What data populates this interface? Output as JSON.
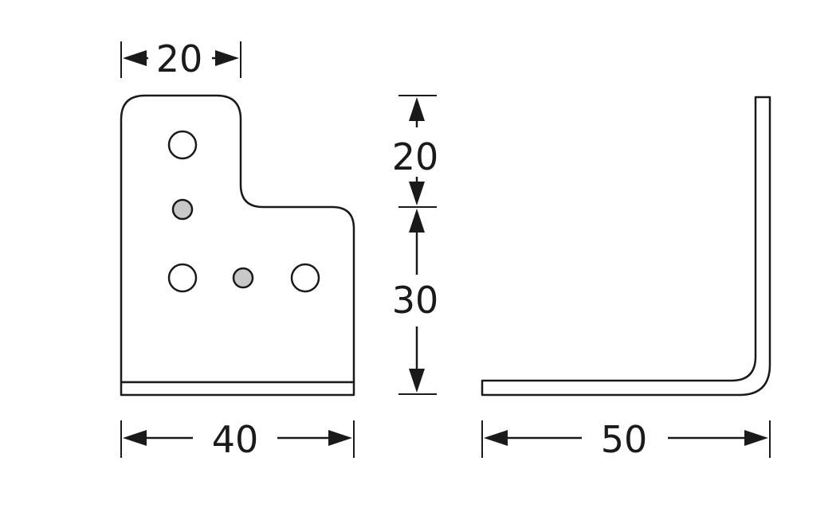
{
  "dimensions": {
    "top_width": "20",
    "bottom_width": "40",
    "upper_height": "20",
    "lower_height": "30",
    "side_length": "50"
  },
  "hole_colors": {
    "open": "#ffffff",
    "filled": "#c8c8c8"
  },
  "line_color": "#1a1a1a"
}
